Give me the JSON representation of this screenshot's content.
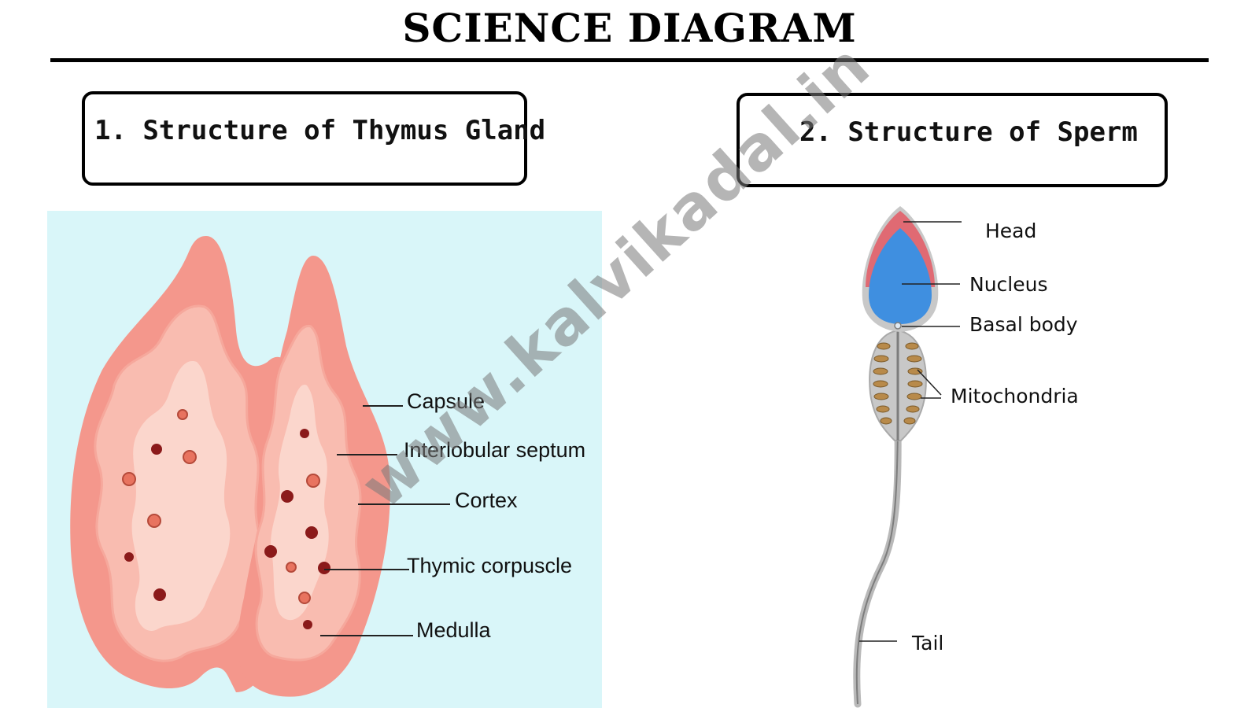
{
  "header": {
    "title": "SCIENCE DIAGRAM"
  },
  "sections": [
    {
      "heading": "1. Structure of Thymus Gland"
    },
    {
      "heading": "2. Structure of Sperm"
    }
  ],
  "thymus": {
    "labels": [
      "Capsule",
      "Interlobular septum",
      "Cortex",
      "Thymic corpuscle",
      "Medulla"
    ],
    "background_color": "#d9f6f9",
    "capsule_color": "#f4978c",
    "cortex_color": "#f9bcb0",
    "medulla_color": "#fbd6cc",
    "corpuscle_color": "#8b1a1a"
  },
  "sperm": {
    "labels": [
      "Head",
      "Nucleus",
      "Basal body",
      "Mitochondria",
      "Tail"
    ],
    "acrosome_color": "#e06a73",
    "nucleus_color": "#3f8fe0",
    "body_color": "#c8c8c8",
    "mitochondria_color": "#b88a4a"
  },
  "watermark": {
    "text": "www.kalvikadal.in"
  }
}
